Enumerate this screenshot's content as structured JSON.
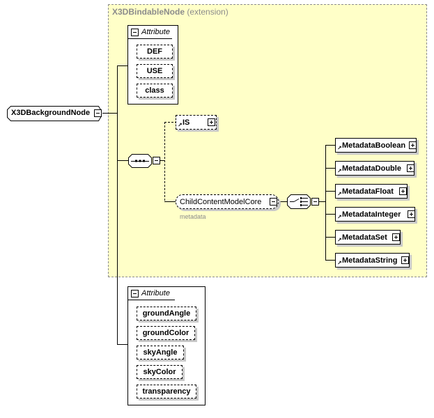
{
  "extension": {
    "base": "X3DBindableNode",
    "suffix": "(extension)"
  },
  "root": {
    "label": "X3DBackgroundNode"
  },
  "attribute_groups": [
    {
      "title": "Attribute",
      "items": [
        "DEF",
        "USE",
        "class"
      ]
    },
    {
      "title": "Attribute",
      "items": [
        "groundAngle",
        "groundColor",
        "skyAngle",
        "skyColor",
        "transparency"
      ]
    }
  ],
  "elements": {
    "is": "IS",
    "child_content": "ChildContentModelCore",
    "child_content_caption": "metadata",
    "choices": [
      "MetadataBoolean",
      "MetadataDouble",
      "MetadataFloat",
      "MetadataInteger",
      "MetadataSet",
      "MetadataString"
    ]
  },
  "colors": {
    "extension_fill": "#ffffc8",
    "extension_border": "#8c8c8c",
    "shadow": "#c8c8c8"
  }
}
